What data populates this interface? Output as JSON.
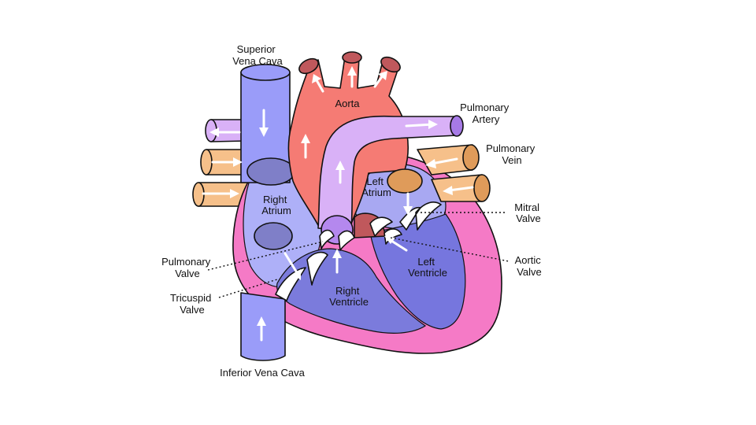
{
  "labels": {
    "superior_vena_cava": [
      "Superior",
      "Vena Cava"
    ],
    "aorta": "Aorta",
    "pulmonary_artery": [
      "Pulmonary",
      "Artery"
    ],
    "pulmonary_vein": [
      "Pulmonary",
      "Vein"
    ],
    "left_atrium": [
      "Left",
      "Atrium"
    ],
    "right_atrium": [
      "Right",
      "Atrium"
    ],
    "mitral_valve": [
      "Mitral",
      "Valve"
    ],
    "aortic_valve": [
      "Aortic",
      "Valve"
    ],
    "left_ventricle": [
      "Left",
      "Ventricle"
    ],
    "right_ventricle": [
      "Right",
      "Ventricle"
    ],
    "pulmonary_valve": [
      "Pulmonary",
      "Valve"
    ],
    "tricuspid_valve": [
      "Tricuspid",
      "Valve"
    ],
    "inferior_vena_cava": "Inferior Vena Cava"
  },
  "colors": {
    "vena_cava": "#9a9cf9",
    "vena_cava_cut": "#7f7fc8",
    "aorta": "#f57b74",
    "aorta_cut": "#c0585c",
    "pulmonary_artery": "#d9b1f7",
    "pulmonary_artery_cut": "#a67ae6",
    "pulmonary_vein": "#f6c08a",
    "pulmonary_vein_cut": "#df9b5a",
    "heart_wall": "#f57ac6",
    "right_atrium": "#aeb0f8",
    "right_ventricle": "#7b7bdc",
    "left_atrium": "#a8a8f2",
    "left_ventricle": "#7676de",
    "valve": "#ffffff",
    "background": "#ffffff"
  }
}
